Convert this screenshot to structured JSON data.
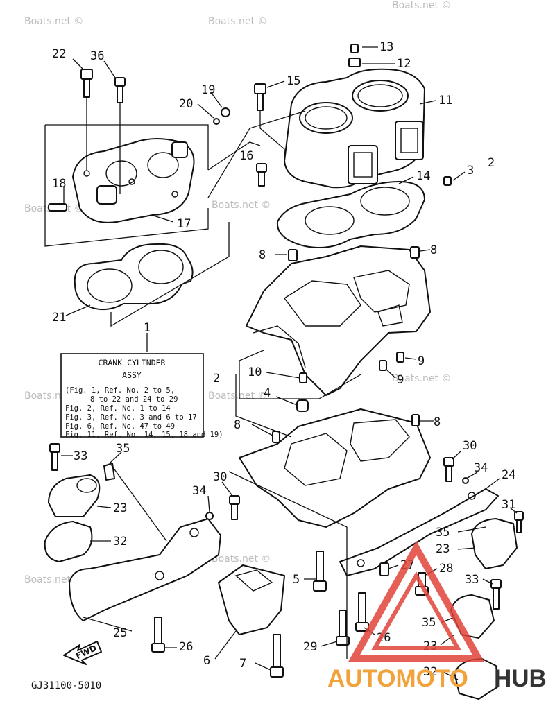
{
  "watermark": "Boats.net ©",
  "callouts": {
    "c1": "1",
    "c2a": "2",
    "c2b": "2",
    "c3": "3",
    "c4": "4",
    "c5": "5",
    "c6": "6",
    "c7": "7",
    "c8a": "8",
    "c8b": "8",
    "c8c": "8",
    "c8d": "8",
    "c9a": "9",
    "c9b": "9",
    "c10": "10",
    "c11": "11",
    "c12": "12",
    "c13": "13",
    "c14": "14",
    "c15": "15",
    "c16": "16",
    "c17": "17",
    "c18": "18",
    "c19": "19",
    "c20": "20",
    "c21": "21",
    "c22": "22",
    "c23a": "23",
    "c23b": "23",
    "c23c": "23",
    "c24": "24",
    "c25": "25",
    "c26a": "26",
    "c26b": "26",
    "c27": "27",
    "c28": "28",
    "c29": "29",
    "c30a": "30",
    "c30b": "30",
    "c31": "31",
    "c32a": "32",
    "c32b": "32",
    "c33a": "33",
    "c33b": "33",
    "c34a": "34",
    "c34b": "34",
    "c35a": "35",
    "c35b": "35",
    "c35c": "35",
    "c36": "36"
  },
  "assy_note": {
    "title": "CRANK CYLINDER",
    "subtitle": "ASSY",
    "lines": [
      "(Fig. 1, Ref. No. 2 to 5,",
      "8 to 22 and 24 to 29",
      "Fig. 2, Ref. No. 1 to 14",
      "Fig. 3, Ref. No. 3 and 6 to 17",
      "Fig. 6, Ref. No. 47 to 49",
      "Fig. 11, Ref. No. 14, 15, 18 and 19)"
    ]
  },
  "fwd_label": "FWD",
  "diagram_code": "GJ31100-5010",
  "brand": {
    "part1": "AUTOMOTO",
    "part2": "HUB",
    "accent": "#f2a23a",
    "dark": "#333333",
    "logo_red": "#e0433a"
  }
}
